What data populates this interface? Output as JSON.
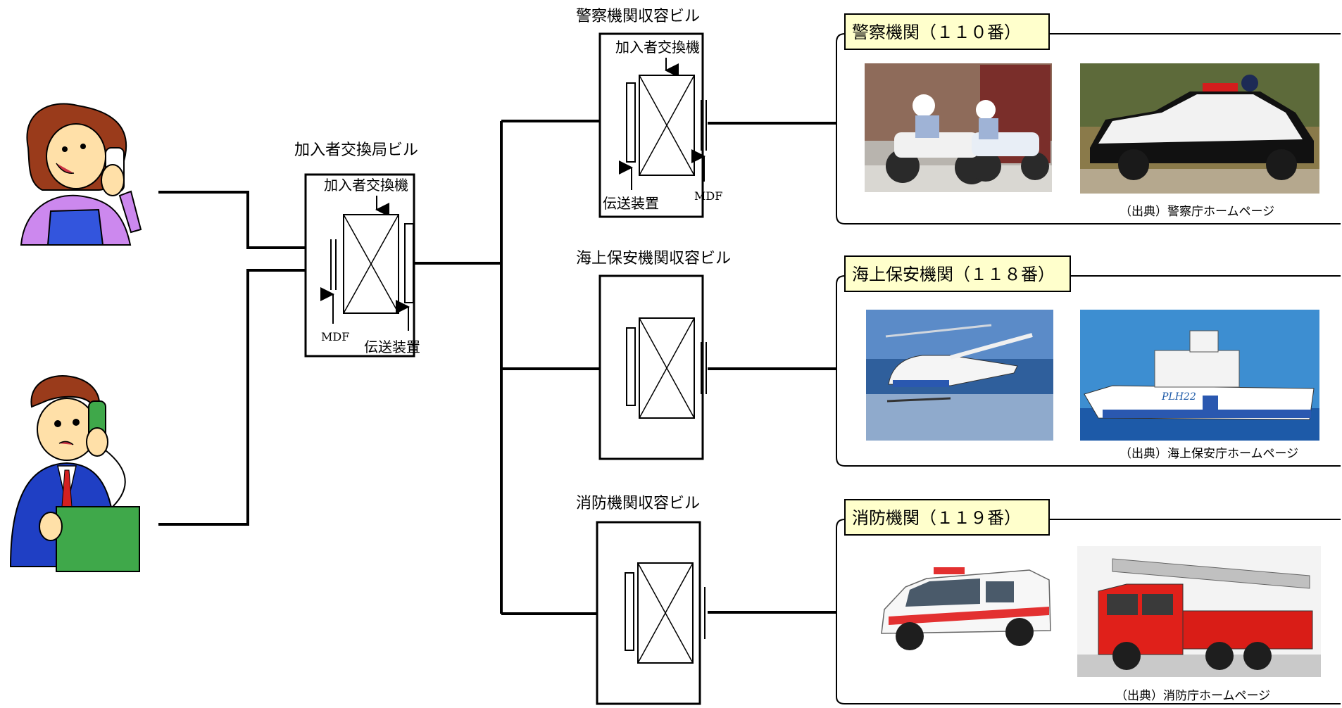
{
  "subscriber_exchange_building": {
    "title": "加入者交換局ビル",
    "switch_label": "加入者交換機",
    "mdf_label": "MDF",
    "transmission_label": "伝送装置"
  },
  "agency_buildings": [
    {
      "title": "警察機関収容ビル",
      "switch_label": "加入者交換機",
      "transmission_label": "伝送装置",
      "mdf_label": "MDF"
    },
    {
      "title": "海上保安機関収容ビル"
    },
    {
      "title": "消防機関収容ビル"
    }
  ],
  "agencies": [
    {
      "name": "警察機関（１１０番）",
      "photos": [
        "police-motorcycles-photo",
        "police-patrol-car-photo"
      ],
      "credit": "（出典）警察庁ホームページ"
    },
    {
      "name": "海上保安機関（１１８番）",
      "photos": [
        "coast-guard-helicopter-photo",
        "coast-guard-patrol-ship-photo"
      ],
      "credit": "（出典）海上保安庁ホームページ"
    },
    {
      "name": "消防機関（１１９番）",
      "photos": [
        "ambulance-photo",
        "ladder-fire-truck-photo"
      ],
      "credit": "（出典）消防庁ホームページ"
    }
  ],
  "callers": [
    "woman-caller-icon",
    "man-caller-icon"
  ],
  "colors": {
    "label_bg": "#ffffcc",
    "line": "#000000",
    "woman_apron": "#3355dd",
    "woman_shirt": "#cc88ee",
    "man_suit": "#1f3fc4",
    "phone_green": "#3fa84a"
  }
}
